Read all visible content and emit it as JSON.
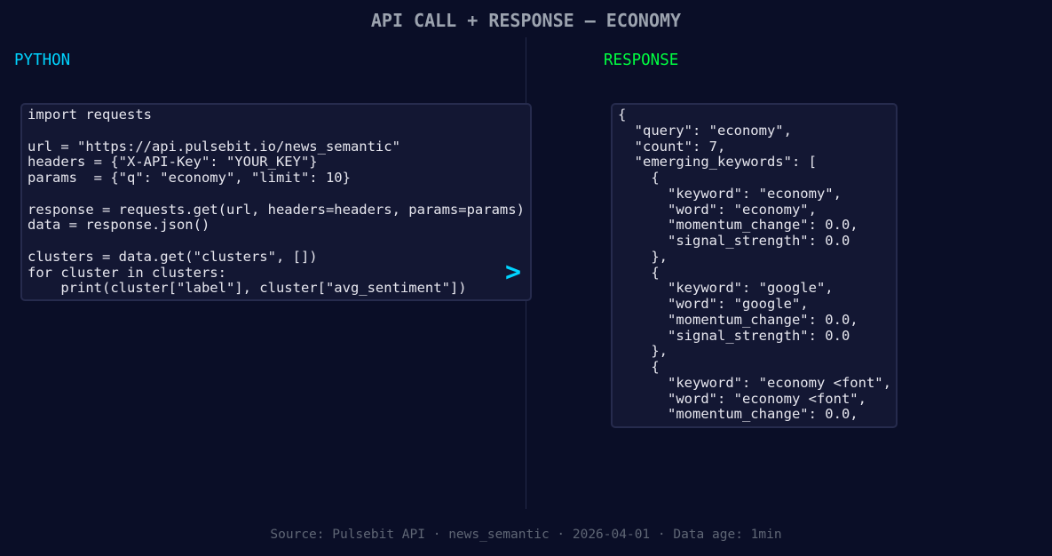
{
  "title": "API CALL + RESPONSE — ECONOMY",
  "python_panel": {
    "label": "PYTHON",
    "code": "import requests\n\nurl = \"https://api.pulsebit.io/news_semantic\"\nheaders = {\"X-API-Key\": \"YOUR_KEY\"}\nparams  = {\"q\": \"economy\", \"limit\": 10}\n\nresponse = requests.get(url, headers=headers, params=params)\ndata = response.json()\n\nclusters = data.get(\"clusters\", [])\nfor cluster in clusters:\n    print(cluster[\"label\"], cluster[\"avg_sentiment\"])"
  },
  "arrow_icon": "chevron-right",
  "response_panel": {
    "label": "RESPONSE",
    "json": "{\n  \"query\": \"economy\",\n  \"count\": 7,\n  \"emerging_keywords\": [\n    {\n      \"keyword\": \"economy\",\n      \"word\": \"economy\",\n      \"momentum_change\": 0.0,\n      \"signal_strength\": 0.0\n    },\n    {\n      \"keyword\": \"google\",\n      \"word\": \"google\",\n      \"momentum_change\": 0.0,\n      \"signal_strength\": 0.0\n    },\n    {\n      \"keyword\": \"economy <font\",\n      \"word\": \"economy <font\",\n      \"momentum_change\": 0.0,"
  },
  "footer": "Source: Pulsebit API · news_semantic · 2026-04-01 · Data age: 1min",
  "colors": {
    "background": "#0a0e27",
    "python_accent": "#00d4ff",
    "response_accent": "#00ff41",
    "panel": "#131733"
  }
}
